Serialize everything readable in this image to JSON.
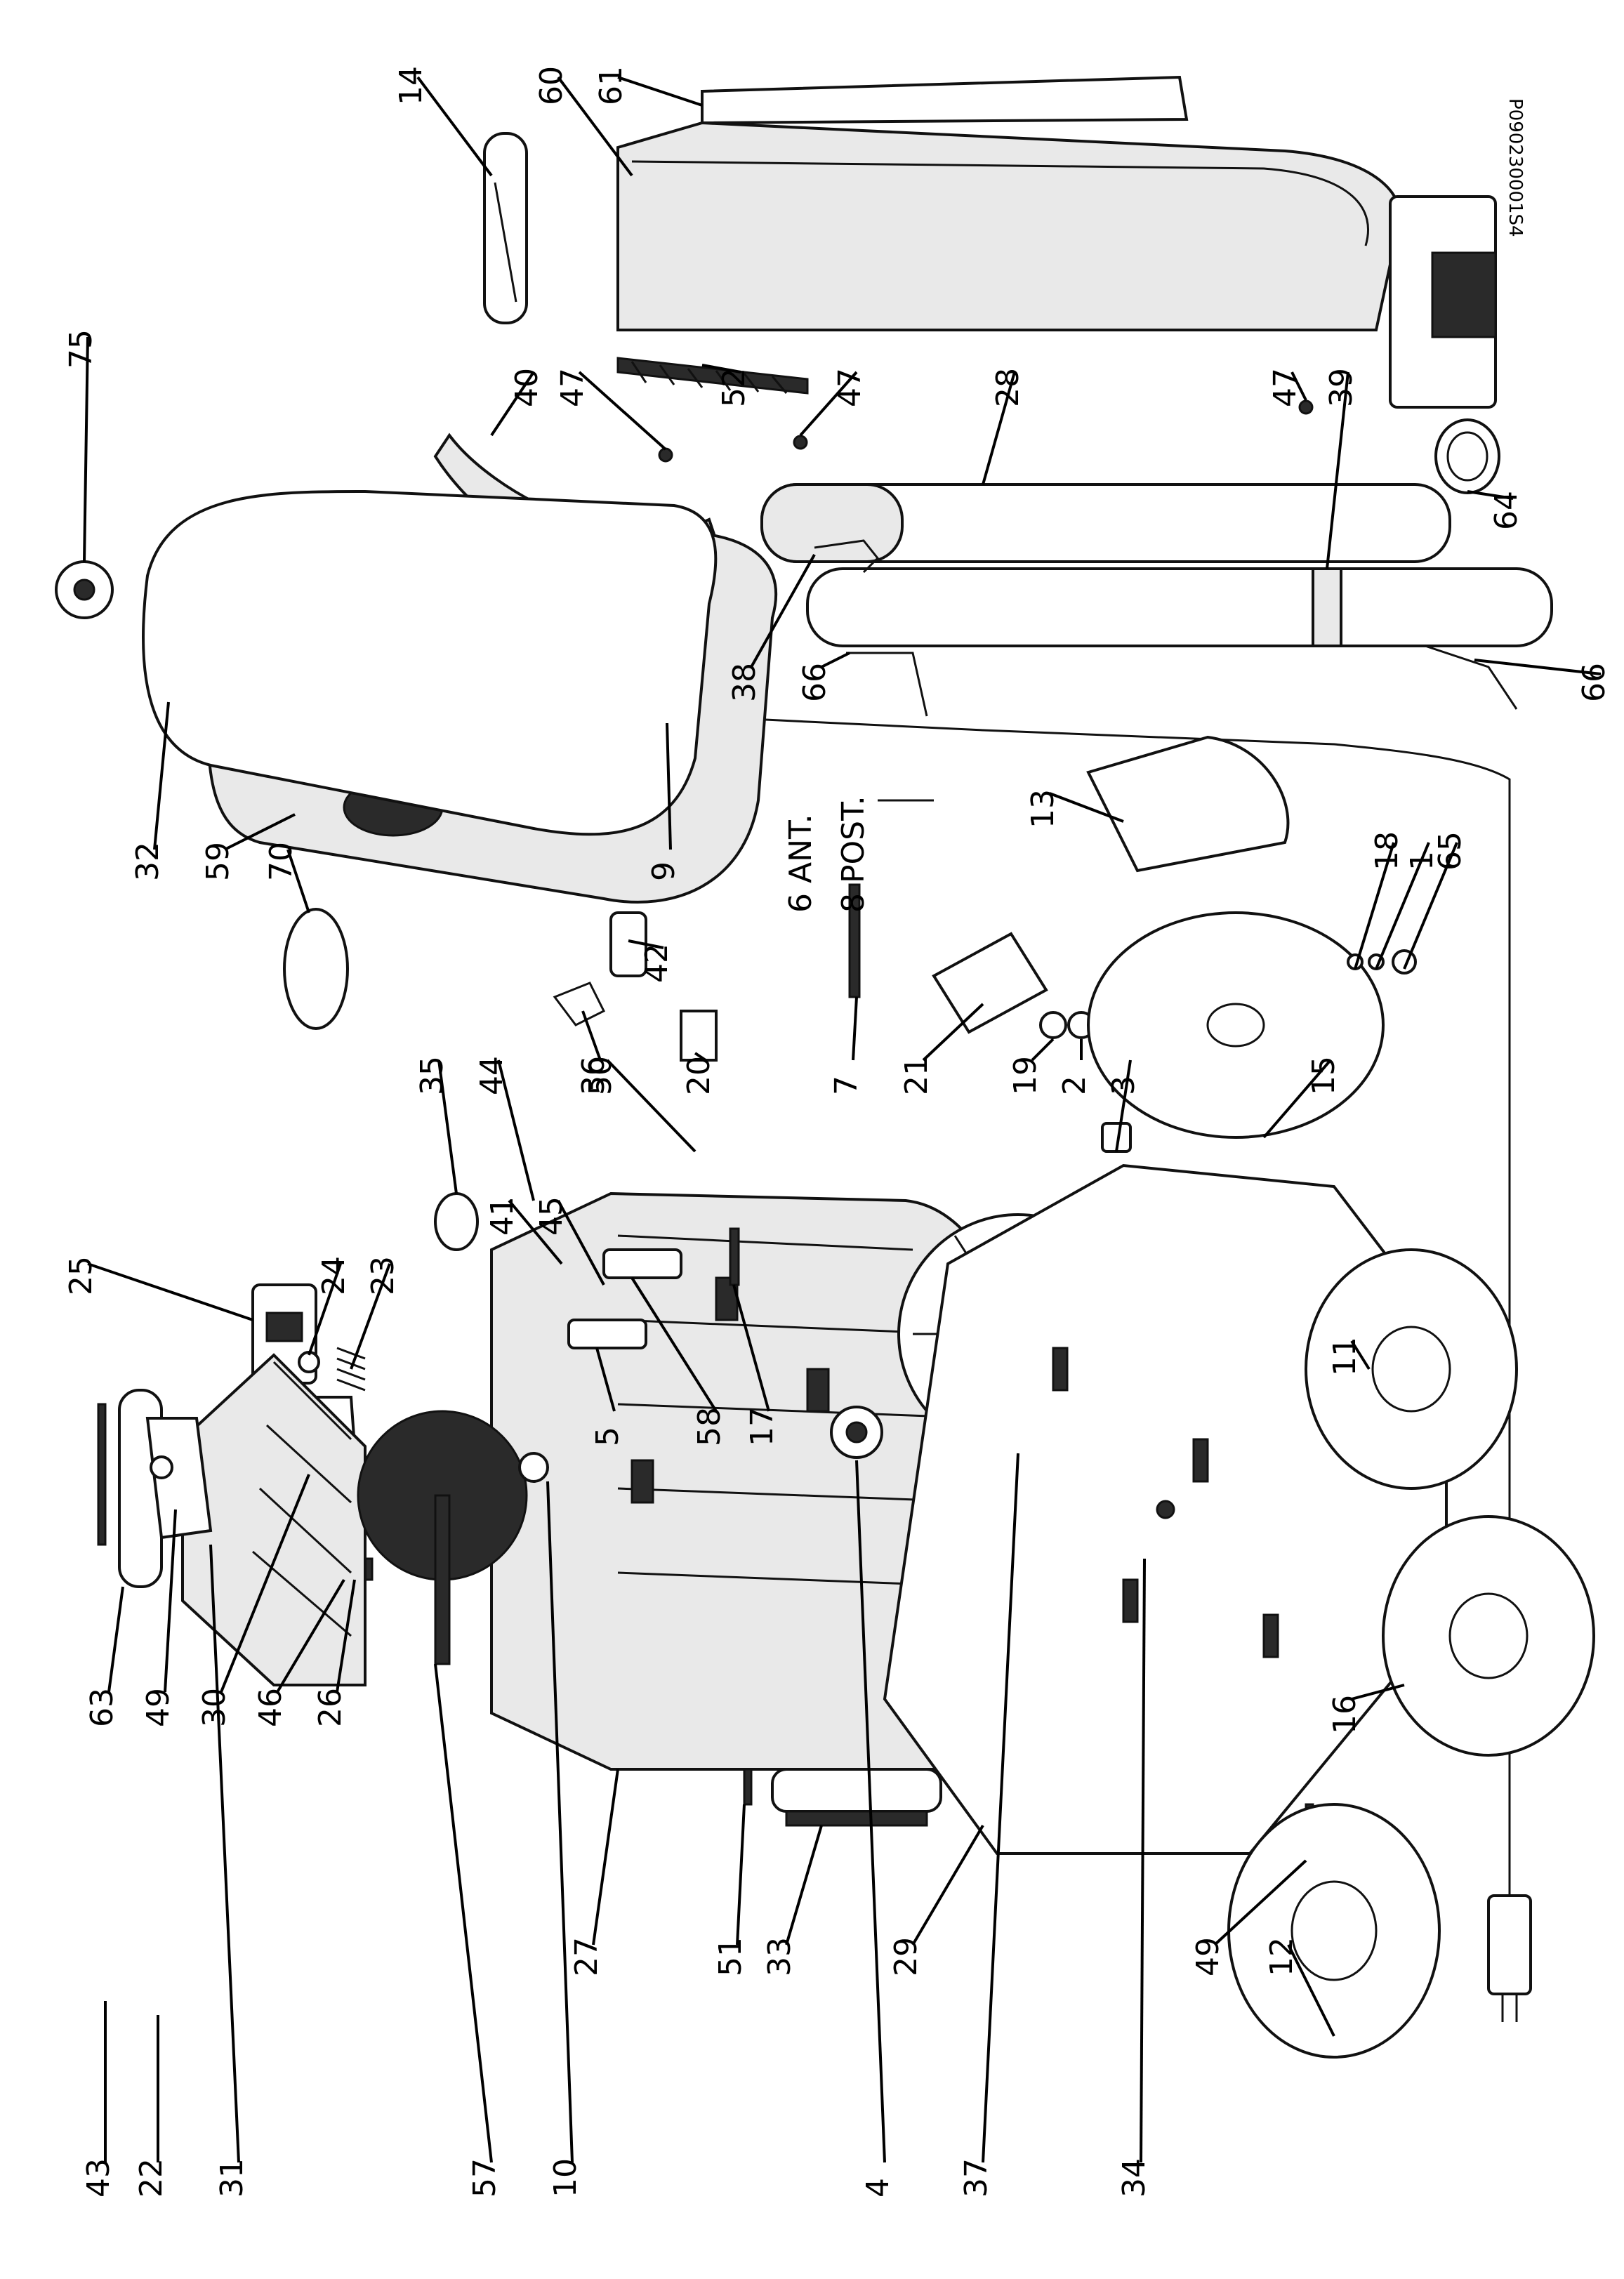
{
  "diagram": {
    "document_code": "P090230001S4",
    "callouts": [
      {
        "id": "c43",
        "text": "43"
      },
      {
        "id": "c22",
        "text": "22"
      },
      {
        "id": "c31",
        "text": "31"
      },
      {
        "id": "c57",
        "text": "57"
      },
      {
        "id": "c10",
        "text": "10"
      },
      {
        "id": "c4",
        "text": "4"
      },
      {
        "id": "c37",
        "text": "37"
      },
      {
        "id": "c34",
        "text": "34"
      },
      {
        "id": "c27",
        "text": "27"
      },
      {
        "id": "c51",
        "text": "51"
      },
      {
        "id": "c33",
        "text": "33"
      },
      {
        "id": "c29",
        "text": "29"
      },
      {
        "id": "c49b",
        "text": "49"
      },
      {
        "id": "c12",
        "text": "12"
      },
      {
        "id": "c63",
        "text": "63"
      },
      {
        "id": "c49a",
        "text": "49"
      },
      {
        "id": "c30",
        "text": "30"
      },
      {
        "id": "c46",
        "text": "46"
      },
      {
        "id": "c26",
        "text": "26"
      },
      {
        "id": "c16",
        "text": "16"
      },
      {
        "id": "c25",
        "text": "25"
      },
      {
        "id": "c24",
        "text": "24"
      },
      {
        "id": "c23",
        "text": "23"
      },
      {
        "id": "c5",
        "text": "5"
      },
      {
        "id": "c58",
        "text": "58"
      },
      {
        "id": "c17",
        "text": "17"
      },
      {
        "id": "c11",
        "text": "11"
      },
      {
        "id": "c35",
        "text": "35"
      },
      {
        "id": "c44",
        "text": "44"
      },
      {
        "id": "c41",
        "text": "41"
      },
      {
        "id": "c45",
        "text": "45"
      },
      {
        "id": "c50",
        "text": "50"
      },
      {
        "id": "c32",
        "text": "32"
      },
      {
        "id": "c59",
        "text": "59"
      },
      {
        "id": "c70",
        "text": "70"
      },
      {
        "id": "c36",
        "text": "36"
      },
      {
        "id": "c20",
        "text": "20"
      },
      {
        "id": "c7",
        "text": "7"
      },
      {
        "id": "c21",
        "text": "21"
      },
      {
        "id": "c19",
        "text": "19"
      },
      {
        "id": "c2",
        "text": "2"
      },
      {
        "id": "c3",
        "text": "3"
      },
      {
        "id": "c15",
        "text": "15"
      },
      {
        "id": "c75",
        "text": "75"
      },
      {
        "id": "c38",
        "text": "38"
      },
      {
        "id": "c66a",
        "text": "66"
      },
      {
        "id": "c9",
        "text": "9"
      },
      {
        "id": "c42",
        "text": "42"
      },
      {
        "id": "c6ant",
        "text": "6 ANT."
      },
      {
        "id": "c8post",
        "text": "8 POST."
      },
      {
        "id": "c13",
        "text": "13"
      },
      {
        "id": "c18",
        "text": "18"
      },
      {
        "id": "c1",
        "text": "1"
      },
      {
        "id": "c65",
        "text": "65"
      },
      {
        "id": "c40",
        "text": "40"
      },
      {
        "id": "c47a",
        "text": "47"
      },
      {
        "id": "c52",
        "text": "52"
      },
      {
        "id": "c47b",
        "text": "47"
      },
      {
        "id": "c28",
        "text": "28"
      },
      {
        "id": "c47c",
        "text": "47"
      },
      {
        "id": "c39",
        "text": "39"
      },
      {
        "id": "c64",
        "text": "64"
      },
      {
        "id": "c66b",
        "text": "66"
      },
      {
        "id": "c14",
        "text": "14"
      },
      {
        "id": "c60",
        "text": "60"
      },
      {
        "id": "c61",
        "text": "61"
      }
    ]
  }
}
